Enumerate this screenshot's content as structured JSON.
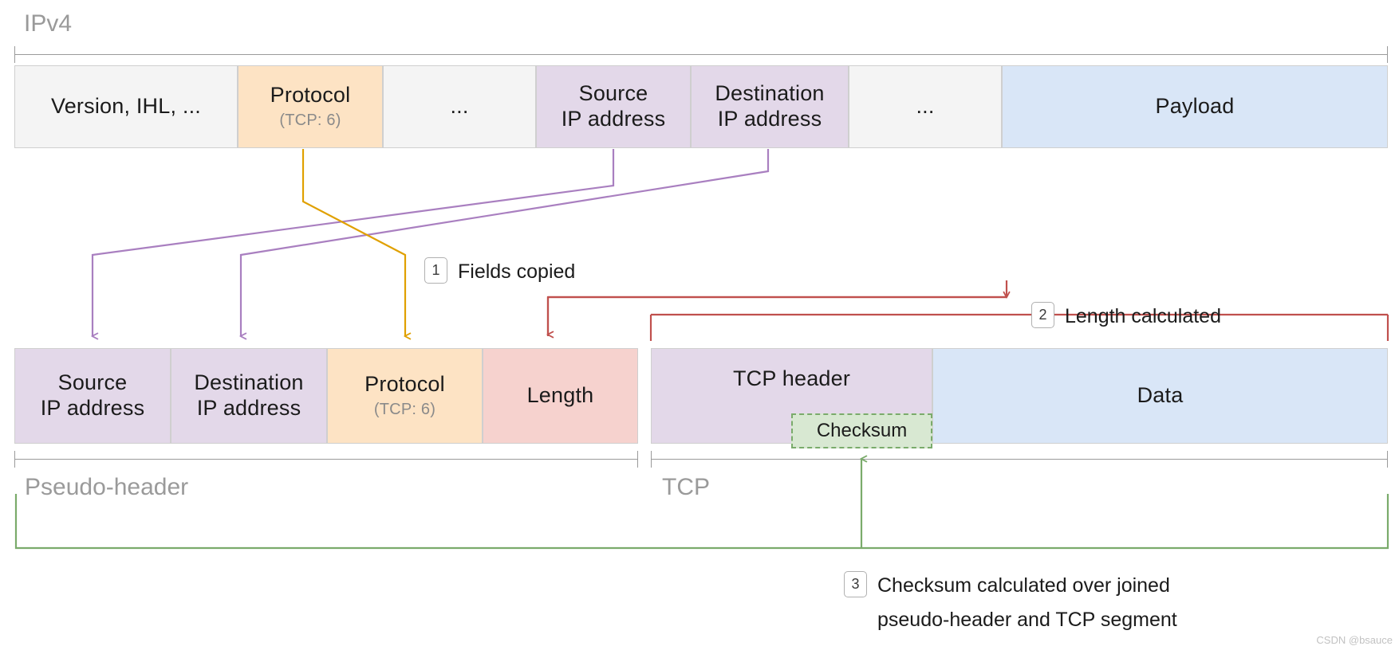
{
  "sections": {
    "ipv4_label": "IPv4",
    "pseudo_header_label": "Pseudo-header",
    "tcp_label": "TCP"
  },
  "ipv4_fields": [
    {
      "line1": "Version, IHL, ...",
      "line2": "",
      "sub": "",
      "color": "#f4f4f4"
    },
    {
      "line1": "Protocol",
      "line2": "",
      "sub": "(TCP: 6)",
      "color": "#fde3c4"
    },
    {
      "line1": "...",
      "line2": "",
      "sub": "",
      "color": "#f4f4f4"
    },
    {
      "line1": "Source",
      "line2": "IP address",
      "sub": "",
      "color": "#e3d8e9"
    },
    {
      "line1": "Destination",
      "line2": "IP address",
      "sub": "",
      "color": "#e3d8e9"
    },
    {
      "line1": "...",
      "line2": "",
      "sub": "",
      "color": "#f4f4f4"
    },
    {
      "line1": "Payload",
      "line2": "",
      "sub": "",
      "color": "#d9e6f7"
    }
  ],
  "pseudo_header_fields": [
    {
      "line1": "Source",
      "line2": "IP address",
      "sub": "",
      "color": "#e3d8e9"
    },
    {
      "line1": "Destination",
      "line2": "IP address",
      "sub": "",
      "color": "#e3d8e9"
    },
    {
      "line1": "Protocol",
      "line2": "",
      "sub": "(TCP: 6)",
      "color": "#fde3c4"
    },
    {
      "line1": "Length",
      "line2": "",
      "sub": "",
      "color": "#f6d2ce"
    }
  ],
  "tcp_fields": [
    {
      "line1": "TCP header",
      "line2": "",
      "sub": "",
      "color": "#e3d8e9"
    },
    {
      "line1": "Data",
      "line2": "",
      "sub": "",
      "color": "#d9e6f7"
    }
  ],
  "checksum": {
    "label": "Checksum"
  },
  "steps": [
    {
      "num": "1",
      "line1": "Fields copied",
      "line2": ""
    },
    {
      "num": "2",
      "line1": "Length calculated",
      "line2": ""
    },
    {
      "num": "3",
      "line1": "Checksum calculated over joined",
      "line2": "pseudo-header and TCP segment"
    }
  ],
  "colors": {
    "copy_purple": "#a97fc0",
    "copy_orange": "#e0a000",
    "length_red": "#c0504d",
    "checksum_green": "#7aab6b",
    "bracket_grey": "#9a9a9a"
  },
  "watermark": "CSDN @bsauce"
}
